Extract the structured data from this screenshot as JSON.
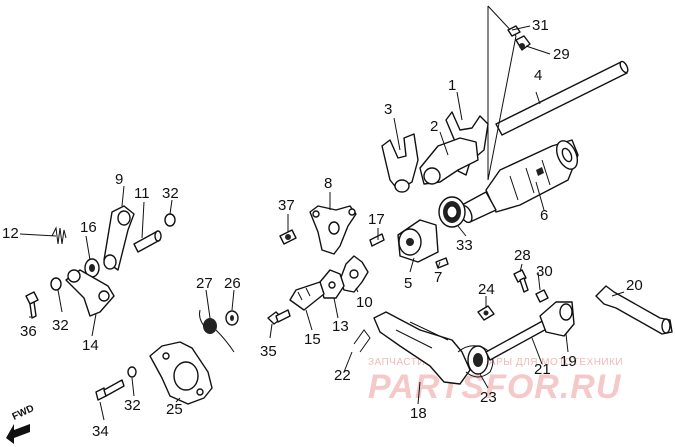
{
  "diagram": {
    "labels": {
      "p1": "1",
      "p2": "2",
      "p3": "3",
      "p4": "4",
      "p5": "5",
      "p6": "6",
      "p7": "7",
      "p8": "8",
      "p9": "9",
      "p10": "10",
      "p11": "11",
      "p12": "12",
      "p13": "13",
      "p14": "14",
      "p15": "15",
      "p16": "16",
      "p17": "17",
      "p18": "18",
      "p19": "19",
      "p20": "20",
      "p21": "21",
      "p22": "22",
      "p23": "23",
      "p24": "24",
      "p25": "25",
      "p26": "26",
      "p27": "27",
      "p28": "28",
      "p29": "29",
      "p30": "30",
      "p31": "31",
      "p32a": "32",
      "p32b": "32",
      "p32c": "32",
      "p33": "33",
      "p34": "34",
      "p35": "35",
      "p36": "36",
      "p37": "37"
    },
    "direction_marker": "FWD"
  },
  "watermark": {
    "caption": "ЗАПЧАСТИ И АКСЕССУАРЫ ДЛЯ МОТОТЕХНИКИ",
    "brand": "PARTSFOR.RU"
  },
  "colors": {
    "line": "#111111",
    "watermark": "#f0b9b9"
  }
}
